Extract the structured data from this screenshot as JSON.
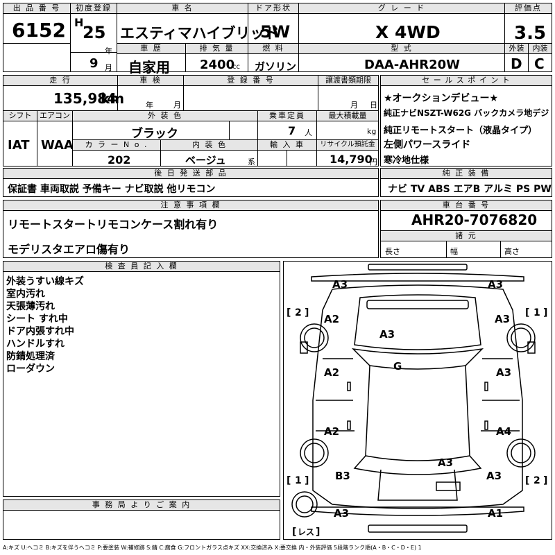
{
  "header": {
    "lot_label": "出 品 番 号",
    "lot_no": "6152",
    "first_reg_label": "初度登録",
    "era": "H",
    "year_no": "25",
    "year_unit": "年",
    "month_no": "9",
    "month_unit": "月",
    "model_label": "車 名",
    "model_name": "エスティマハイブリッド",
    "door_label": "ドア形状",
    "door": "5W",
    "grade_label": "グ レ ー ド",
    "grade": "X 4WD",
    "score_label": "評価点",
    "score": "3.5",
    "history_label": "車 歴",
    "history": "自家用",
    "disp_label": "排 気 量",
    "disp": "2400",
    "disp_unit": "cc",
    "fuel_label": "燃 料",
    "fuel": "ガソリン",
    "type_label": "型 式",
    "type_code": "DAA-AHR20W",
    "ext_label": "外装",
    "ext_grade": "D",
    "int_label": "内装",
    "int_grade": "C"
  },
  "row2": {
    "mileage_label": "走 行",
    "mileage": "135,984",
    "mileage_unit": "km",
    "shaken_label": "車 検",
    "shaken_year": "年",
    "shaken_month": "月",
    "regno_label": "登 録 番 号",
    "transfer_label": "譲渡書類期限",
    "transfer_month": "月",
    "transfer_day": "日",
    "shift_label": "シフト",
    "shift": "IAT",
    "ac_label": "エアコン",
    "ac": "WAA",
    "color_label": "外 装 色",
    "color": "ブラック",
    "capacity_label": "乗車定員",
    "capacity": "7",
    "capacity_unit": "人",
    "load_label": "最大積載量",
    "load_unit": "kg",
    "color_no_label": "カ ラ ー N o .",
    "color_no": "202",
    "int_color_label": "内 装 色",
    "int_color": "ベージュ",
    "int_color_unit": "系",
    "import_label": "輸 入 車",
    "recycle_label": "リサイクル預託金",
    "recycle": "14,790",
    "recycle_unit": "円"
  },
  "sales_points": {
    "label": "セ ー ル ス ポ イ ン ト",
    "lines": [
      "★オークションデビュー★",
      "純正ナビNSZT-W62G バックカメラ地デジ",
      "純正リモートスタート（液晶タイプ）",
      "左側パワースライド",
      "寒冷地仕様"
    ]
  },
  "docs": {
    "label": "後 日 発 送 部 品",
    "text": "保証書 車両取説 予備キー ナビ取説 他リモコン"
  },
  "equipment": {
    "label": "純 正 装 備",
    "text": "ナビ  TV  ABS  エアB  アルミ  PS  PW"
  },
  "notes": {
    "label": "注 意 事 項 欄",
    "lines": [
      "リモートスタートリモコンケース割れ有り",
      "モデリスタエアロ傷有り"
    ]
  },
  "chassis": {
    "label": "車 台 番 号",
    "number": "AHR20-7076820",
    "dims_label": "諸 元",
    "length_label": "長さ",
    "width_label": "幅",
    "height_label": "高さ"
  },
  "inspector": {
    "label": "検 査 員 記 入 欄",
    "lines": [
      "外装うすい線キズ",
      "室内汚れ",
      "天張薄汚れ",
      "シート すれ中",
      "ドア内張すれ中",
      "ハンドルすれ",
      "防錆処理済",
      "ローダウン"
    ]
  },
  "office": {
    "label": "事 務 局 よ り ご 案 内"
  },
  "diagram": {
    "marks": {
      "fl_top": "A3",
      "fr_top": "A3",
      "l_fender_f": "A2",
      "r_fender_f": "A3",
      "hood": "A3",
      "roof": "G",
      "l_door_f": "A2",
      "r_door_f": "A3",
      "l_door_r": "A2",
      "r_door_r": "A4",
      "trunk": "A3",
      "l_rear": "B3",
      "r_rear": "A3",
      "rl_bottom": "A3",
      "rr_bottom": "A1"
    },
    "tire_tl": "2",
    "tire_tr": "1",
    "tire_bl": "1",
    "tire_br": "2",
    "spare": "レス"
  },
  "legend": "A:キズ U:ヘコミ B:キズを伴うヘコミ P:要塗装 W:補修跡 S:錆 C:腐食 G:フロントガラス点キズ XX:交換済み X:要交換 内・外装評価 5段階ランク順(A・B・C・D・E) 1"
}
